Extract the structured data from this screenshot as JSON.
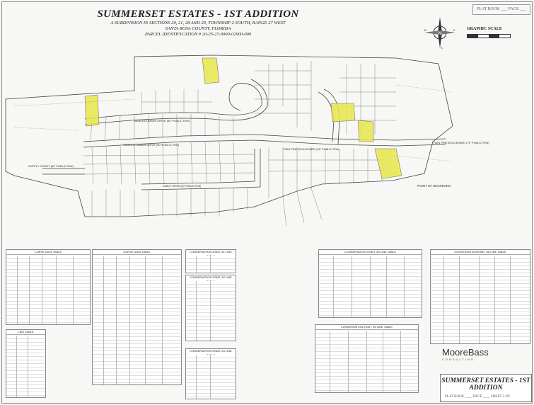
{
  "document": {
    "title": "SUMMERSET ESTATES - 1ST ADDITION",
    "subtitle_1": "A SUBDIVISION IN SECTIONS 20, 21, 28 AND 29, TOWNSHIP 2 SOUTH, RANGE 27 WEST",
    "subtitle_2": "SANTA ROSA COUNTY, FLORIDA",
    "subtitle_3": "PARCEL IDENTIFICATION # 20-2S-27-0000-02900-000",
    "plat_book_label": "PLAT BOOK ___ PAGE ___",
    "graphic_scale": "GRAPHIC SCALE",
    "north_letter": "N",
    "north_letter_s": "S",
    "north_letter_e": "E",
    "north_letter_w": "W"
  },
  "map_labels": {
    "beachcomber_1": "BEACHCOMBER DRIVE (50' PUBLIC R/W)",
    "beachcomber_2": "BEACHCOMBER DRIVE (50' PUBLIC R/W)",
    "twin_pine": "TWIN PINE BOULEVARD (50' PUBLIC R/W)",
    "twin_pine_east": "TWIN PINE BOULEVARD (75' PUBLIC R/W)",
    "point_of_beginning": "POINT OF BEGINNING",
    "supply_court": "SUPPLY COURT (50' PUBLIC R/W)",
    "sandy_drive": "SANDY DRIVE (50' PUBLIC R/W)"
  },
  "tables": {
    "curve_1": "CURVE DATA TABLE",
    "curve_2": "CURVE DATA TABLE",
    "line_table": "LINE TABLE",
    "cons_1": "CONSERVATION ESMT. #1    LINE TABLE",
    "cons_2": "CONSERVATION ESMT. #2    LINE TABLE",
    "cons_3": "CONSERVATION ESMT. #3    LINE TABLE",
    "cons_4": "CONSERVATION ESMT. #4    LINE TABLE",
    "cons_5": "CONSERVATION ESMT. #5    LINE TABLE",
    "cons_6": "CONSERVATION ESMT. #6    LINE TABLE"
  },
  "firm": {
    "name": "MooreBass",
    "tag": "CONSULTING"
  },
  "title_block": {
    "title": "SUMMERSET ESTATES - 1ST ADDITION",
    "plat_line": "PLAT BOOK ____ PAGE ____ SHEET 2 OF"
  },
  "colors": {
    "highlight": "#e8e64a",
    "line": "#444444"
  }
}
